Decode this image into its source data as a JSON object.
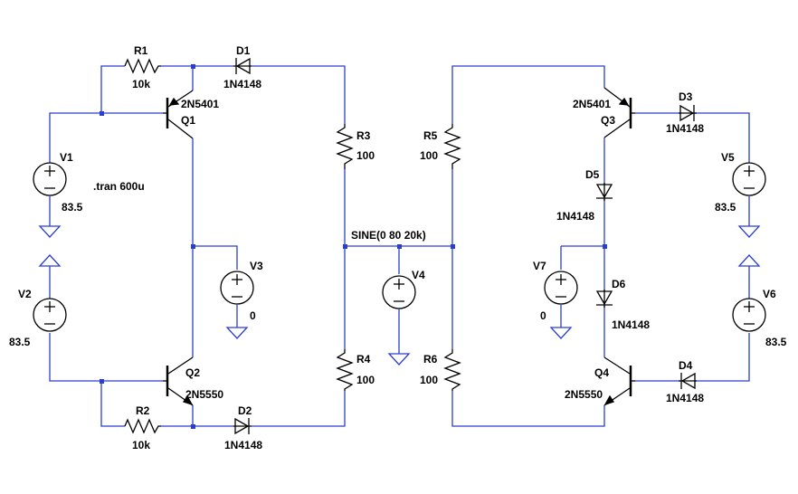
{
  "colors": {
    "wire": "#2a3fd0",
    "component": "#000000",
    "background": "#ffffff"
  },
  "directive": ".tran 600u",
  "components": {
    "R1": {
      "name": "R1",
      "value": "10k"
    },
    "R2": {
      "name": "R2",
      "value": "10k"
    },
    "R3": {
      "name": "R3",
      "value": "100"
    },
    "R4": {
      "name": "R4",
      "value": "100"
    },
    "R5": {
      "name": "R5",
      "value": "100"
    },
    "R6": {
      "name": "R6",
      "value": "100"
    },
    "D1": {
      "name": "D1",
      "value": "1N4148"
    },
    "D2": {
      "name": "D2",
      "value": "1N4148"
    },
    "D3": {
      "name": "D3",
      "value": "1N4148"
    },
    "D4": {
      "name": "D4",
      "value": "1N4148"
    },
    "D5": {
      "name": "D5",
      "value": "1N4148"
    },
    "D6": {
      "name": "D6",
      "value": "1N4148"
    },
    "Q1": {
      "name": "Q1",
      "value": "2N5401"
    },
    "Q2": {
      "name": "Q2",
      "value": "2N5550"
    },
    "Q3": {
      "name": "Q3",
      "value": "2N5401"
    },
    "Q4": {
      "name": "Q4",
      "value": "2N5550"
    },
    "V1": {
      "name": "V1",
      "value": "83.5"
    },
    "V2": {
      "name": "V2",
      "value": "83.5"
    },
    "V3": {
      "name": "V3",
      "value": "0"
    },
    "V4": {
      "name": "V4",
      "value": "SINE(0 80 20k)"
    },
    "V5": {
      "name": "V5",
      "value": "83.5"
    },
    "V6": {
      "name": "V6",
      "value": "83.5"
    },
    "V7": {
      "name": "V7",
      "value": "0"
    }
  }
}
